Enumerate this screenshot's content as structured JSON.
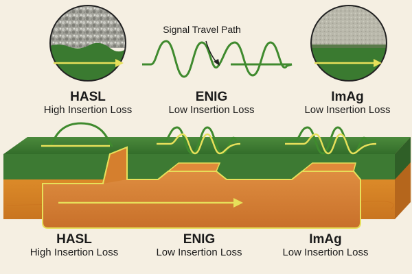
{
  "diagram": {
    "top": {
      "signal_label": "Signal Travel Path",
      "finishes": [
        {
          "name": "HASL",
          "loss": "High Insertion Loss"
        },
        {
          "name": "ENIG",
          "loss": "Low Insertion Loss"
        },
        {
          "name": "ImAg",
          "loss": "Low Insertion Loss"
        }
      ]
    },
    "bottom": {
      "finishes": [
        {
          "name": "HASL",
          "loss": "High Insertion Loss"
        },
        {
          "name": "ENIG",
          "loss": "Low Insertion Loss"
        },
        {
          "name": "ImAg",
          "loss": "Low Insertion Loss"
        }
      ]
    },
    "colors": {
      "background": "#f5efe2",
      "solder_mask": "#3d7a33",
      "copper": "#d8862f",
      "substrate": "#e0902a",
      "signal_wave": "#3f8a2e",
      "trace_arrow": "#e7e05a",
      "hasl_texture": "#9a9a92",
      "imag_texture": "#b5b4a6"
    }
  }
}
